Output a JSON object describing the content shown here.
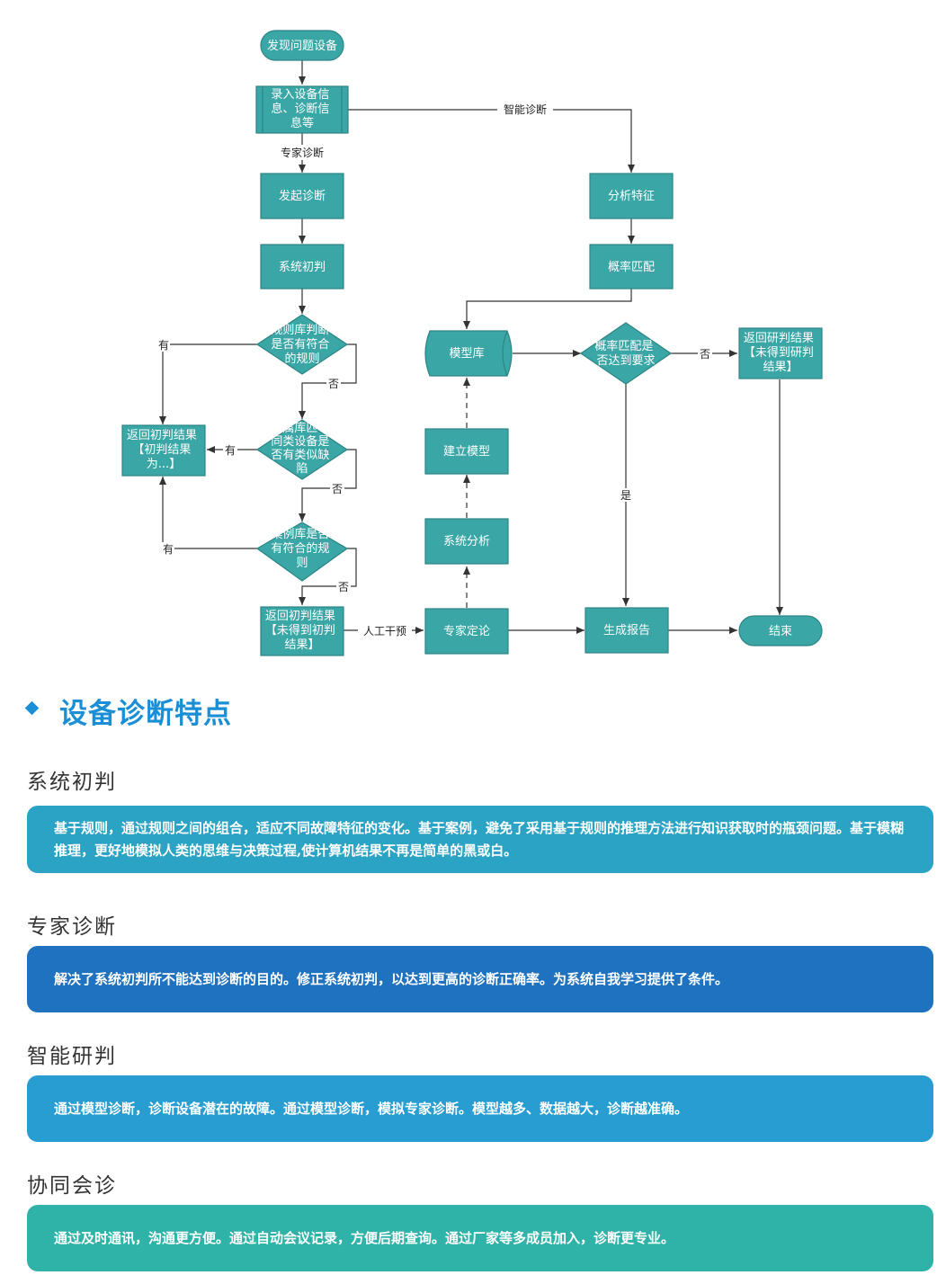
{
  "flowchart": {
    "colors": {
      "node": "#3aa6a6",
      "node_border": "#2c8585",
      "edge": "#333333",
      "terminal_fill": "#3aa6a6"
    },
    "nodes": {
      "start": "发现问题设备",
      "input": [
        "录入设备信",
        "息、诊断信",
        "息等"
      ],
      "initiate": "发起诊断",
      "system_judge": "系统初判",
      "rule_check": [
        "规则库判断",
        "是否有符合",
        "的规则"
      ],
      "similar_check": [
        "属库匹",
        "同类设备是",
        "否有类似缺",
        "陷"
      ],
      "case_check": [
        "案例库是否",
        "有符合的规",
        "则"
      ],
      "return_initial": [
        "返回初判结果",
        "【初判结果",
        "为...】"
      ],
      "return_none": [
        "返回初判结果",
        "【未得到初判",
        "结果】"
      ],
      "analyze": "分析特征",
      "prob_match": "概率匹配",
      "model_lib": "模型库",
      "prob_check": [
        "概率匹配是",
        "否达到要求"
      ],
      "return_research": [
        "返回研判结果",
        "【未得到研判",
        "结果】"
      ],
      "build_model": "建立模型",
      "sys_analysis": "系统分析",
      "expert_decide": "专家定论",
      "report": "生成报告",
      "end": "结束"
    },
    "edge_labels": {
      "smart": "智能诊断",
      "expert": "专家诊断",
      "yes1": "有",
      "no1": "否",
      "yes2": "有",
      "no2": "否",
      "yes3": "有",
      "no3": "否",
      "manual": "人工干预",
      "no_prob": "否",
      "yes_prob": "是"
    }
  },
  "section": {
    "title": "设备诊断特点",
    "bullet_color": "#1a8fd6"
  },
  "features": [
    {
      "title": "系统初判",
      "color": "#2aa3c4",
      "text": "基于规则，通过规则之间的组合，适应不同故障特征的变化。基于案例，避免了采用基于规则的推理方法进行知识获取时的瓶颈问题。基于模糊推理，更好地模拟人类的思维与决策过程,使计算机结果不再是简单的黑或白。"
    },
    {
      "title": "专家诊断",
      "color": "#1f72bf",
      "text": "解决了系统初判所不能达到诊断的目的。修正系统初判，以达到更高的诊断正确率。为系统自我学习提供了条件。"
    },
    {
      "title": "智能研判",
      "color": "#279dd1",
      "text": "通过模型诊断，诊断设备潜在的故障。通过模型诊断，模拟专家诊断。模型越多、数据越大，诊断越准确。"
    },
    {
      "title": "协同会诊",
      "color": "#2fb3a8",
      "text": "通过及时通讯，沟通更方便。通过自动会议记录，方便后期查询。通过厂家等多成员加入，诊断更专业。"
    }
  ]
}
